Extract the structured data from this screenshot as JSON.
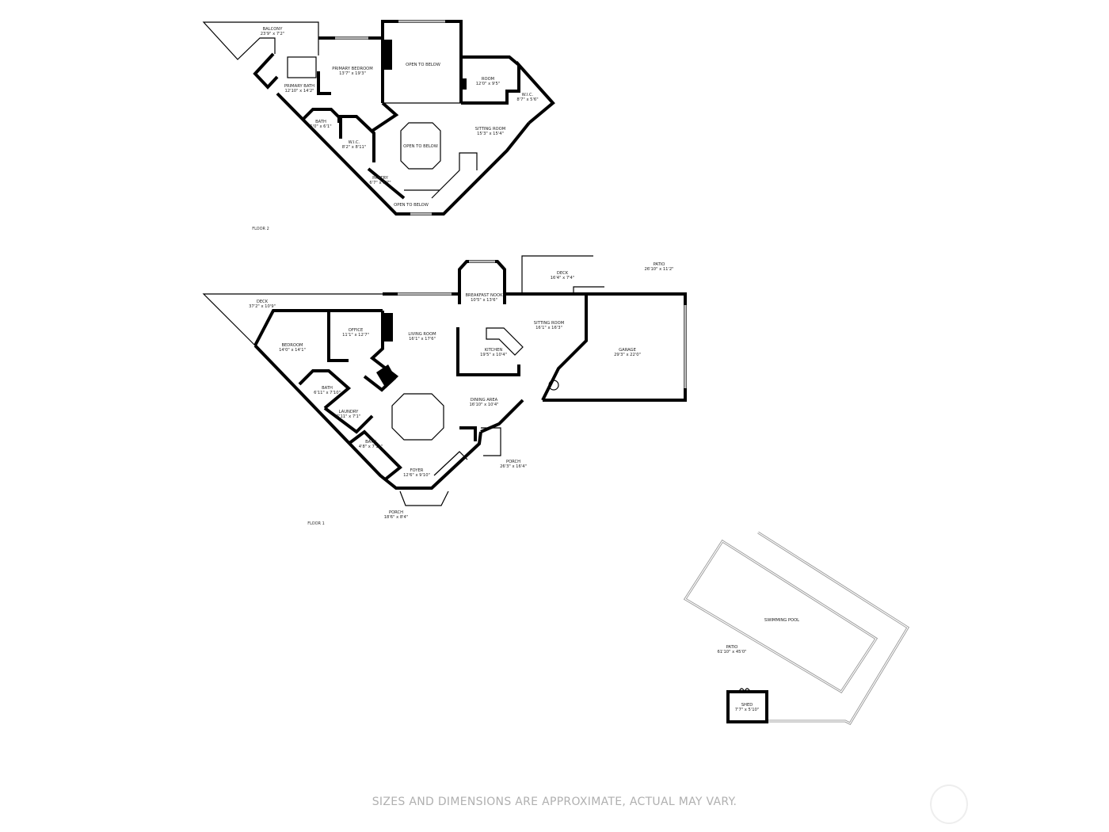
{
  "floor2": {
    "label": "FLOOR 2",
    "rooms": [
      {
        "name": "BALCONY",
        "dims": "23'9\" x 7'2\""
      },
      {
        "name": "PRIMARY BEDROOM",
        "dims": "13'7\" x 19'3\""
      },
      {
        "name": "OPEN TO BELOW",
        "dims": ""
      },
      {
        "name": "ROOM",
        "dims": "12'0\" x 9'5\""
      },
      {
        "name": "W.I.C.",
        "dims": "8'7\" x 5'6\""
      },
      {
        "name": "PRIMARY BATH",
        "dims": "12'10\" x 14'2\""
      },
      {
        "name": "BATH",
        "dims": "5'0\" x 6'1\""
      },
      {
        "name": "W.I.C.",
        "dims": "8'2\" x 8'11\""
      },
      {
        "name": "OPEN TO BELOW",
        "dims": ""
      },
      {
        "name": "SITTING ROOM",
        "dims": "15'3\" x 15'4\""
      },
      {
        "name": "PANTRY",
        "dims": "6'7\" x 6'7\""
      },
      {
        "name": "OPEN TO BELOW",
        "dims": ""
      }
    ]
  },
  "floor1": {
    "label": "FLOOR 1",
    "rooms": [
      {
        "name": "DECK",
        "dims": "37'2\" x 10'9\""
      },
      {
        "name": "BEDROOM",
        "dims": "14'0\" x 14'1\""
      },
      {
        "name": "OFFICE",
        "dims": "11'1\" x 12'7\""
      },
      {
        "name": "LIVING ROOM",
        "dims": "16'1\" x 17'6\""
      },
      {
        "name": "BREAKFAST NOOK",
        "dims": "10'5\" x 13'6\""
      },
      {
        "name": "DECK",
        "dims": "16'4\" x 7'4\""
      },
      {
        "name": "PATIO",
        "dims": "26'10\" x 11'2\""
      },
      {
        "name": "SITTING ROOM",
        "dims": "16'1\" x 16'3\""
      },
      {
        "name": "KITCHEN",
        "dims": "19'5\" x 10'4\""
      },
      {
        "name": "GARAGE",
        "dims": "29'3\" x 22'0\""
      },
      {
        "name": "DINING AREA",
        "dims": "16'10\" x 10'4\""
      },
      {
        "name": "BATH",
        "dims": "6'11\" x 7'10\""
      },
      {
        "name": "LAUNDRY",
        "dims": "6'11\" x 7'1\""
      },
      {
        "name": "BATH",
        "dims": "4'8\" x 7'11\""
      },
      {
        "name": "FOYER",
        "dims": "12'6\" x 9'10\""
      },
      {
        "name": "PORCH",
        "dims": "18'6\" x 8'4\""
      },
      {
        "name": "PORCH",
        "dims": "26'3\" x 16'4\""
      }
    ]
  },
  "outdoor": {
    "rooms": [
      {
        "name": "SWIMMING POOL",
        "dims": ""
      },
      {
        "name": "PATIO",
        "dims": "61'10\" x 45'0\""
      },
      {
        "name": "SHED",
        "dims": "7'7\" x 5'10\""
      }
    ]
  },
  "disclaimer": "SIZES AND DIMENSIONS ARE APPROXIMATE, ACTUAL MAY VARY.",
  "colors": {
    "walls": "#000000",
    "disclaimer": "#b0b0b0"
  }
}
